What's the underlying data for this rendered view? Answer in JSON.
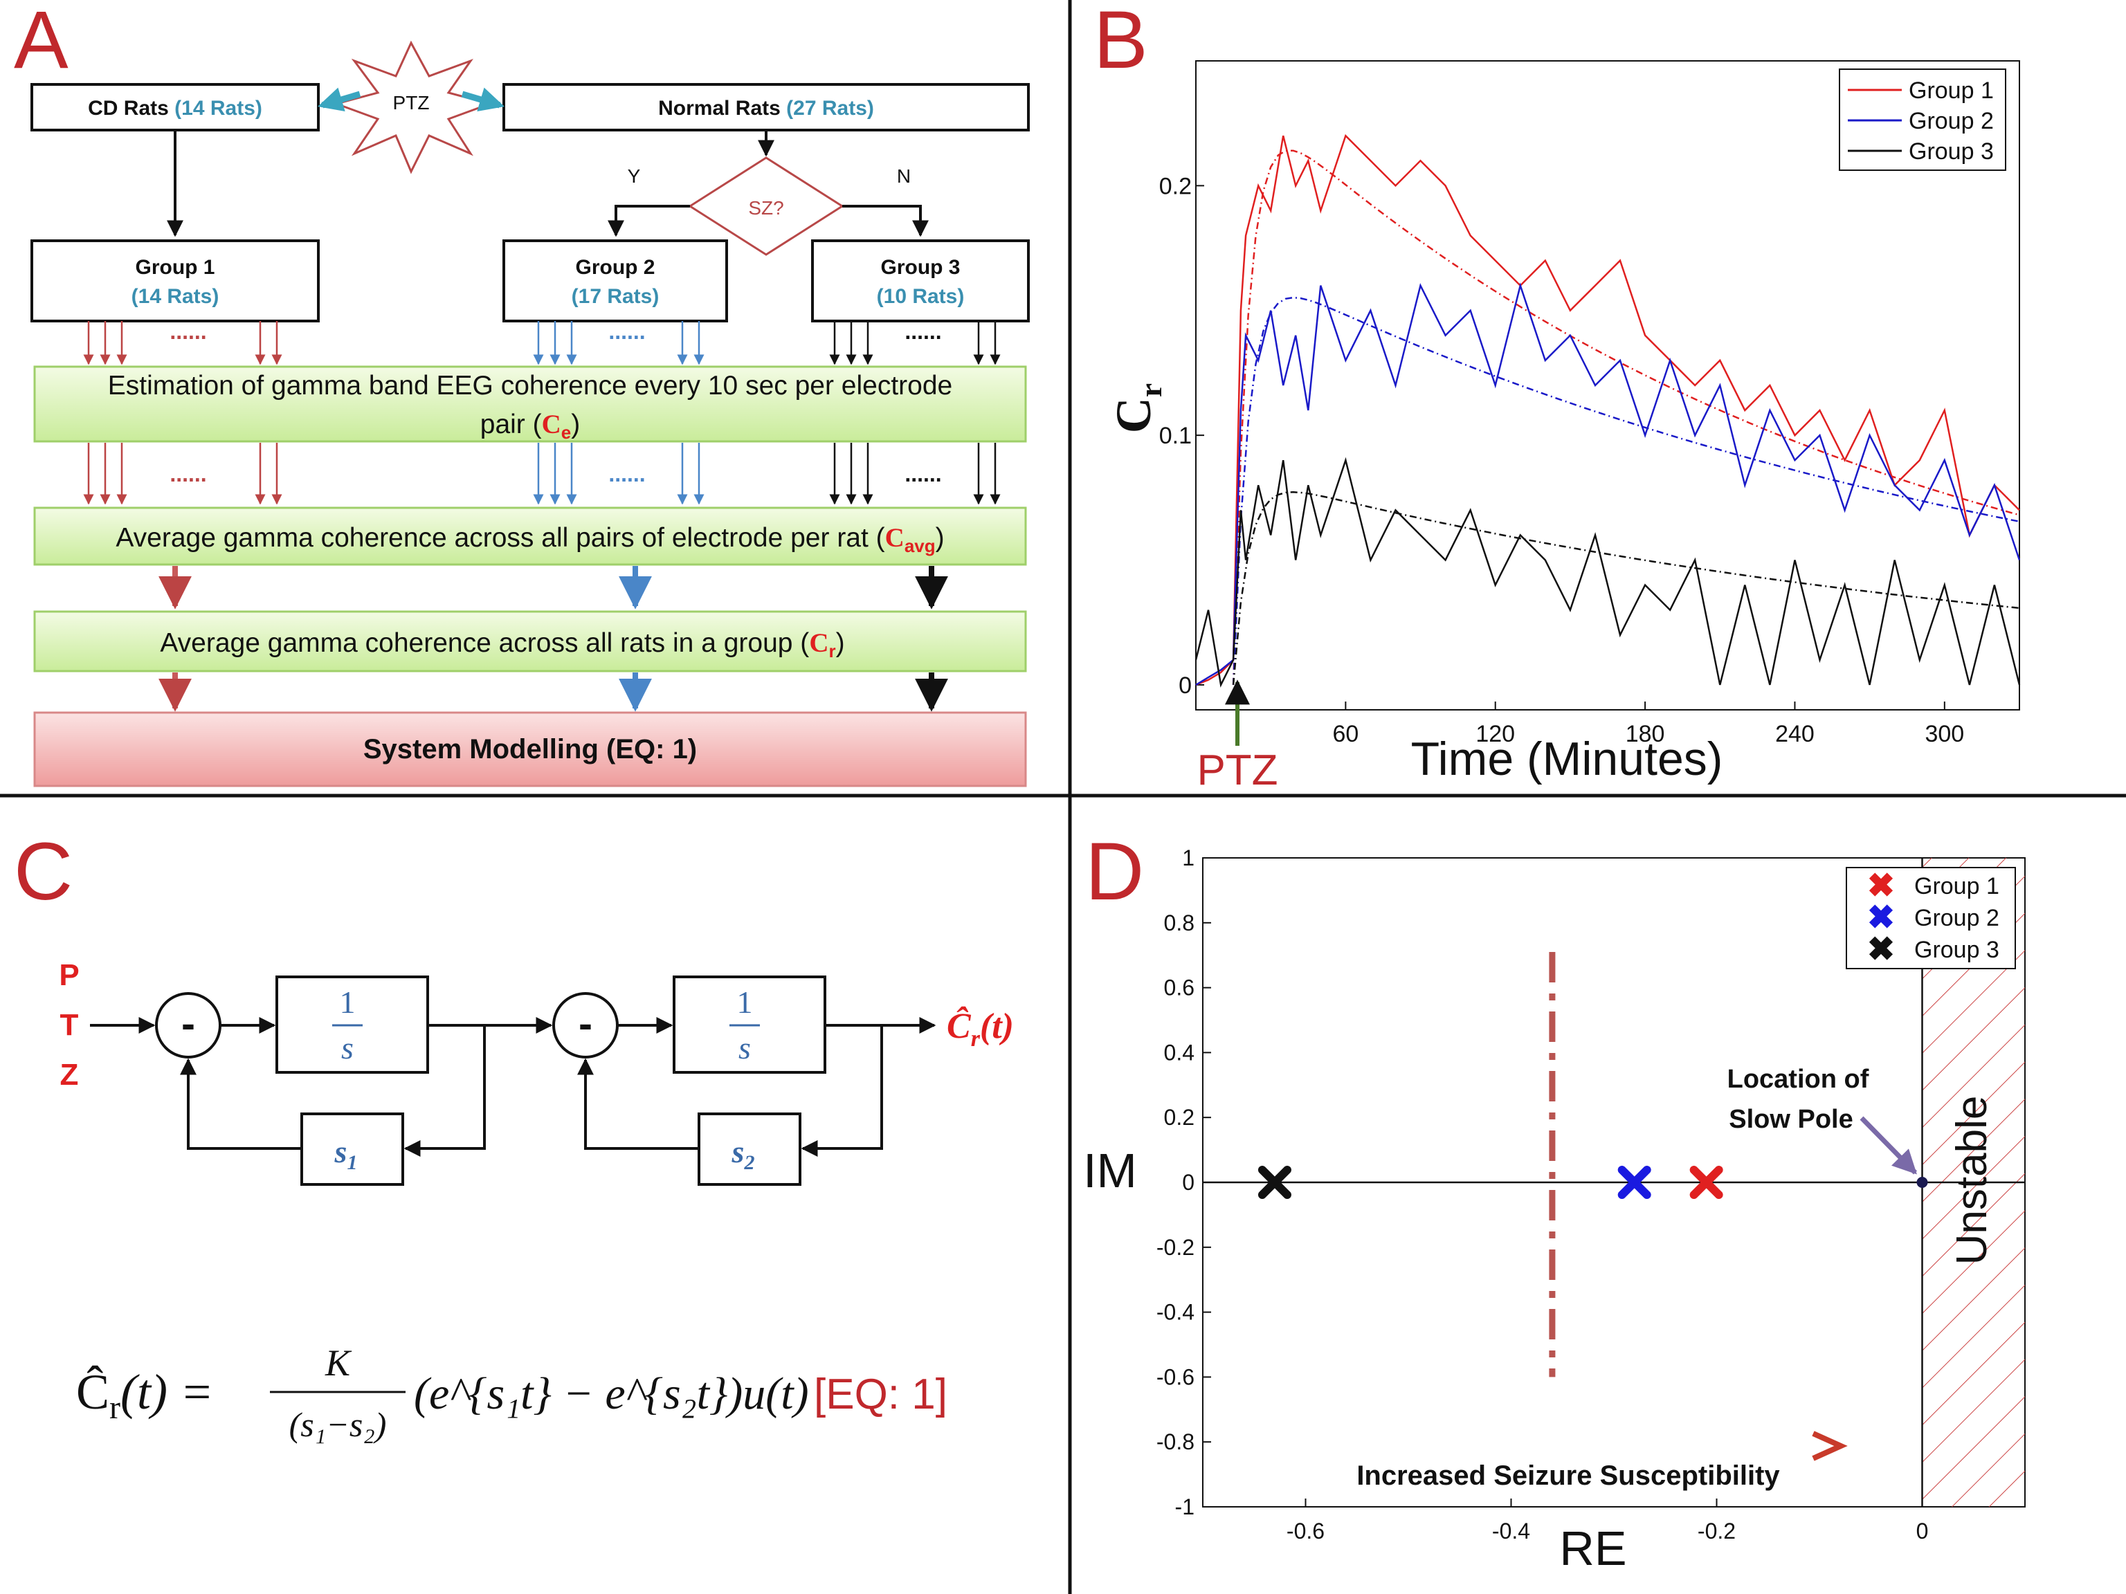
{
  "panels": {
    "a": "A",
    "b": "B",
    "c": "C",
    "d": "D"
  },
  "flow": {
    "cd_rats": "CD Rats",
    "cd_count": "(14 Rats)",
    "normal_rats": "Normal Rats",
    "normal_count": "(27 Rats)",
    "ptz": "PTZ",
    "sz": "SZ?",
    "yes": "Y",
    "no": "N",
    "group1": "Group 1",
    "group1_count": "(14 Rats)",
    "group2": "Group 2",
    "group2_count": "(17 Rats)",
    "group3": "Group 3",
    "group3_count": "(10 Rats)",
    "dots": "......",
    "step1_line1": "Estimation of gamma band EEG coherence every 10 sec per electrode",
    "step1_line2": "pair (",
    "step1_sym": "C",
    "step1_sub": "e",
    "step1_end": ")",
    "step2_text": "Average gamma coherence across all pairs of electrode per rat (",
    "step2_sym": "C",
    "step2_sub": "avg",
    "step2_end": ")",
    "step3_text": "Average gamma coherence across all rats in a group (",
    "step3_sym": "C",
    "step3_sub": "r",
    "step3_end": ")",
    "step4": "System Modelling (EQ: 1)"
  },
  "block": {
    "input_letters": [
      "P",
      "T",
      "Z"
    ],
    "minus": "-",
    "one": "1",
    "s": "s",
    "s1": "s",
    "s1_sub": "1",
    "s2": "s",
    "s2_sub": "2",
    "output": "Ĉ",
    "output_sub": "r",
    "output_arg": "(t)",
    "eq_lhs": "Ĉ",
    "eq_lhs_sub": "r",
    "eq_lhs_arg": "(t) =",
    "eq_num": "K",
    "eq_den": "(s₁−s₂)",
    "eq_body": "(e^{s₁t} − e^{s₂t})u(t)",
    "eq_tag": "[EQ: 1]"
  },
  "chart_data": [
    {
      "type": "line",
      "ylabel": "C",
      "ylabel_sub": "r",
      "xlabel": "Time (Minutes)",
      "xlim": [
        0,
        330
      ],
      "ylim": [
        -0.01,
        0.25
      ],
      "xticks": [
        60,
        120,
        180,
        240,
        300
      ],
      "yticks": [
        0,
        0.1,
        0.2
      ],
      "ytick_labels": [
        "0",
        "0.1",
        "0.2"
      ],
      "marker_label": "PTZ",
      "marker_x": 15,
      "legend_position": "top-right",
      "series": [
        {
          "name": "Group 1",
          "color": "#e02020",
          "x": [
            0,
            5,
            10,
            15,
            18,
            20,
            25,
            30,
            35,
            40,
            45,
            50,
            60,
            70,
            80,
            90,
            100,
            110,
            120,
            130,
            140,
            150,
            160,
            170,
            180,
            190,
            200,
            210,
            220,
            230,
            240,
            250,
            260,
            270,
            280,
            290,
            300,
            310,
            320,
            330
          ],
          "y": [
            0.0,
            0.002,
            0.005,
            0.01,
            0.15,
            0.18,
            0.2,
            0.19,
            0.22,
            0.2,
            0.21,
            0.19,
            0.22,
            0.21,
            0.2,
            0.21,
            0.2,
            0.18,
            0.17,
            0.16,
            0.17,
            0.15,
            0.16,
            0.17,
            0.14,
            0.13,
            0.12,
            0.13,
            0.11,
            0.12,
            0.1,
            0.11,
            0.09,
            0.11,
            0.08,
            0.09,
            0.11,
            0.06,
            0.08,
            0.07
          ],
          "fit_y0": 0.24,
          "fit_tau": 250
        },
        {
          "name": "Group 2",
          "color": "#1a1ac8",
          "x": [
            0,
            5,
            10,
            15,
            18,
            20,
            25,
            30,
            35,
            40,
            45,
            50,
            60,
            70,
            80,
            90,
            100,
            110,
            120,
            130,
            140,
            150,
            160,
            170,
            180,
            190,
            200,
            210,
            220,
            230,
            240,
            250,
            260,
            270,
            280,
            290,
            300,
            310,
            320,
            330
          ],
          "y": [
            0.0,
            0.003,
            0.006,
            0.01,
            0.11,
            0.14,
            0.13,
            0.15,
            0.12,
            0.14,
            0.11,
            0.16,
            0.13,
            0.15,
            0.12,
            0.16,
            0.14,
            0.15,
            0.12,
            0.16,
            0.13,
            0.14,
            0.12,
            0.13,
            0.1,
            0.13,
            0.1,
            0.12,
            0.08,
            0.11,
            0.09,
            0.1,
            0.07,
            0.1,
            0.08,
            0.07,
            0.09,
            0.06,
            0.08,
            0.05
          ],
          "fit_y0": 0.17,
          "fit_tau": 330
        },
        {
          "name": "Group 3",
          "color": "#111111",
          "x": [
            0,
            5,
            10,
            15,
            18,
            20,
            25,
            30,
            35,
            40,
            45,
            50,
            60,
            70,
            80,
            90,
            100,
            110,
            120,
            130,
            140,
            150,
            160,
            170,
            180,
            190,
            200,
            210,
            220,
            230,
            240,
            250,
            260,
            270,
            280,
            290,
            300,
            310,
            320,
            330
          ],
          "y": [
            0.01,
            0.03,
            0.0,
            0.01,
            0.07,
            0.05,
            0.08,
            0.06,
            0.09,
            0.05,
            0.08,
            0.06,
            0.09,
            0.05,
            0.07,
            0.06,
            0.05,
            0.07,
            0.04,
            0.06,
            0.05,
            0.03,
            0.06,
            0.02,
            0.04,
            0.03,
            0.05,
            0.0,
            0.04,
            0.0,
            0.05,
            0.01,
            0.04,
            0.0,
            0.05,
            0.01,
            0.04,
            0.0,
            0.04,
            0.0
          ],
          "fit_y0": 0.085,
          "fit_tau": 310
        }
      ]
    },
    {
      "type": "scatter",
      "xlabel": "RE",
      "ylabel": "IM",
      "xlim": [
        -0.7,
        0.1
      ],
      "ylim": [
        -1,
        1
      ],
      "xticks": [
        -0.6,
        -0.4,
        -0.2,
        0
      ],
      "xtick_labels": [
        "-0.6",
        "-0.4",
        "-0.2",
        "0"
      ],
      "yticks": [
        1,
        0.8,
        0.6,
        0.4,
        0.2,
        0,
        -0.2,
        -0.4,
        -0.6,
        -0.8,
        -1
      ],
      "ytick_labels": [
        "1",
        "0.8",
        "0.6",
        "0.4",
        "0.2",
        "0",
        "-0.2",
        "-0.4",
        "-0.6",
        "-0.8",
        "-1"
      ],
      "legend_position": "top-right",
      "series": [
        {
          "name": "Group 1",
          "color": "#e02020",
          "x": [
            -0.21
          ],
          "y": [
            0
          ]
        },
        {
          "name": "Group 2",
          "color": "#1a1ae0",
          "x": [
            -0.28
          ],
          "y": [
            0
          ]
        },
        {
          "name": "Group 3",
          "color": "#111111",
          "x": [
            -0.63
          ],
          "y": [
            0
          ]
        }
      ],
      "slow_pole": {
        "x": 0,
        "y": 0,
        "label_line1": "Location of",
        "label_line2": "Slow Pole"
      },
      "unstable_label": "Unstable",
      "arrow_label": "Increased Seizure Susceptibility",
      "divider_x": -0.36,
      "divider_color": "#b85450"
    }
  ]
}
